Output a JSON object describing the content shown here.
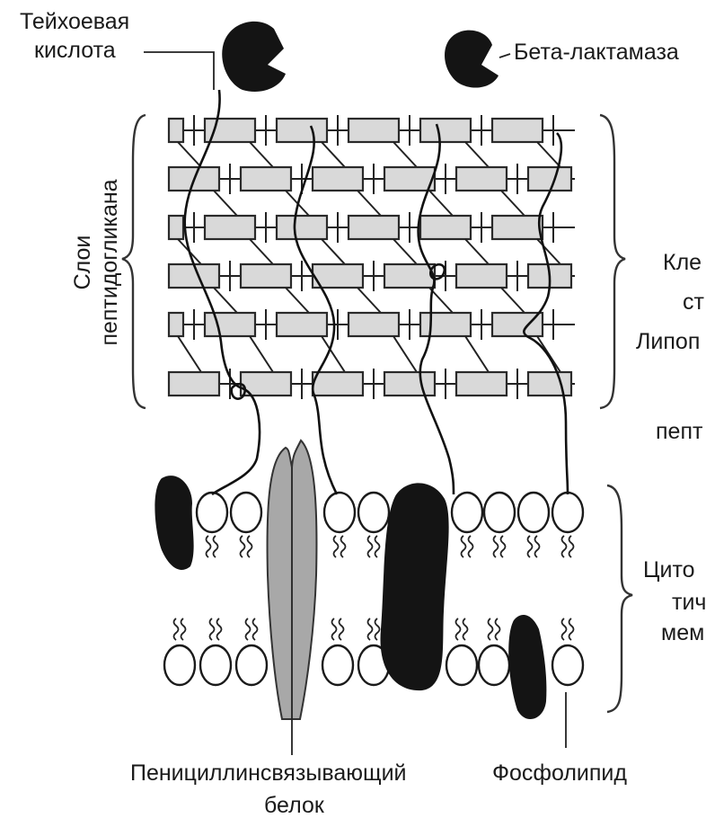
{
  "labels": {
    "teichoic_acid": [
      "Тейхоевая",
      "кислота"
    ],
    "beta_lactamase": "Бета-лактамаза",
    "peptidoglycan_layers": [
      "Слои",
      "пептидогликана"
    ],
    "cell_wall": [
      "Кле",
      "ст"
    ],
    "lipo": "Липоп",
    "pept": "пепт",
    "cytoplasmic_membrane": [
      "Цито",
      "тич",
      "мем"
    ],
    "pbp": [
      "Пенициллинсвязывающий",
      "белок"
    ],
    "phospholipid": "Фосфолипид"
  },
  "colors": {
    "ink": "#141414",
    "brick_fill": "#d9d9d9",
    "pbp_fill": "#a8a8a8",
    "background": "#ffffff"
  }
}
